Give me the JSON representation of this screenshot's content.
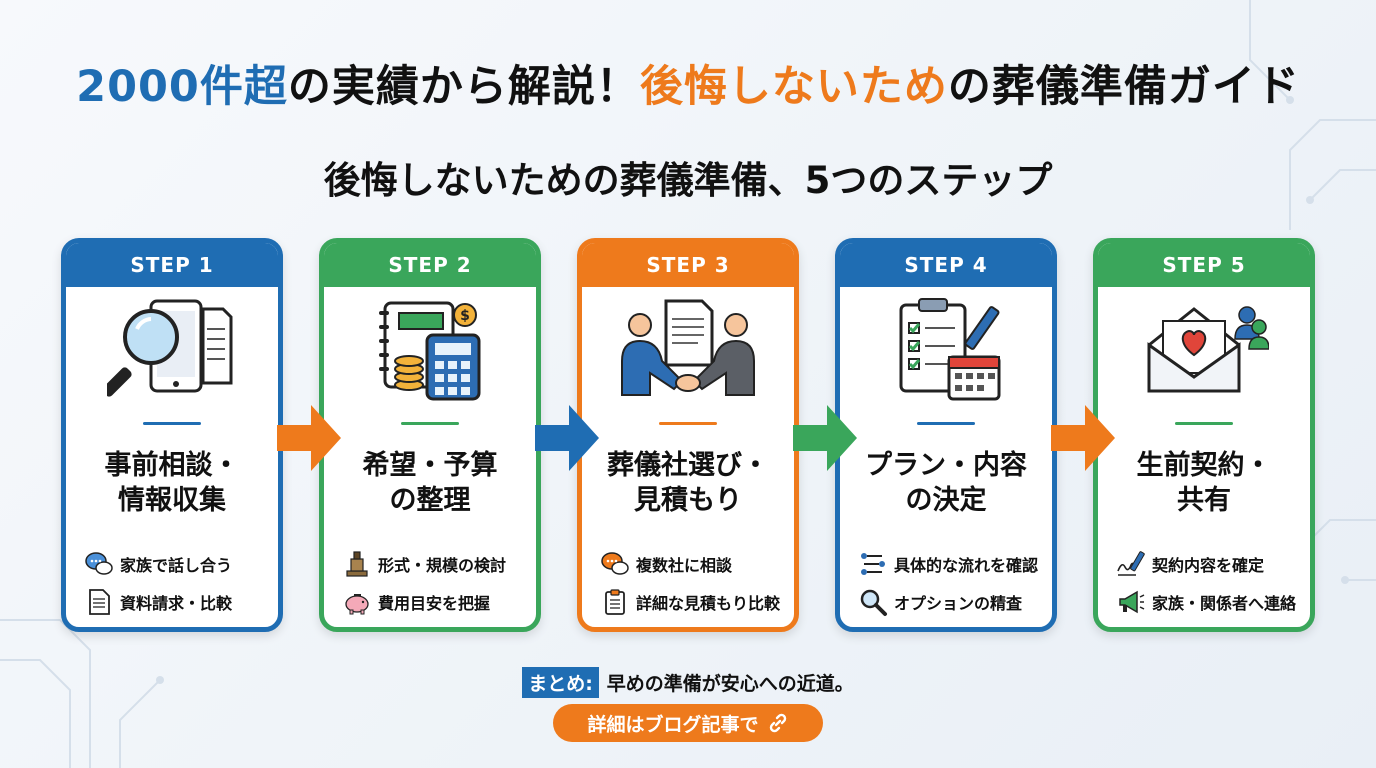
{
  "headline": {
    "part1": "2000件超",
    "part2": "の実績から解説！",
    "part3": "後悔しないため",
    "part4": "の葬儀準備ガイド"
  },
  "subtitle": "後悔しないための葬儀準備、5つのステップ",
  "colors": {
    "blue": "#1f6db3",
    "green": "#3aa65b",
    "orange": "#ee7a1c"
  },
  "steps": [
    {
      "label": "STEP 1",
      "title1": "事前相談・",
      "title2": "情報収集",
      "icon": "magnifier-phone-document-icon",
      "bullets": [
        {
          "icon": "chat-bubbles-icon",
          "text": "家族で話し合う"
        },
        {
          "icon": "document-icon",
          "text": "資料請求・比較"
        }
      ]
    },
    {
      "label": "STEP 2",
      "title1": "希望・予算",
      "title2": "の整理",
      "icon": "notebook-calculator-coins-icon",
      "bullets": [
        {
          "icon": "altar-icon",
          "text": "形式・規模の検討"
        },
        {
          "icon": "piggy-bank-icon",
          "text": "費用目安を把握"
        }
      ]
    },
    {
      "label": "STEP 3",
      "title1": "葬儀社選び・",
      "title2": "見積もり",
      "icon": "handshake-contract-icon",
      "bullets": [
        {
          "icon": "chat-bubbles-icon",
          "text": "複数社に相談"
        },
        {
          "icon": "clipboard-list-icon",
          "text": "詳細な見積もり比較"
        }
      ]
    },
    {
      "label": "STEP 4",
      "title1": "プラン・内容",
      "title2": "の決定",
      "icon": "checklist-calendar-icon",
      "bullets": [
        {
          "icon": "flow-icon",
          "text": "具体的な流れを確認"
        },
        {
          "icon": "search-icon",
          "text": "オプションの精査"
        }
      ]
    },
    {
      "label": "STEP 5",
      "title1": "生前契約・",
      "title2": "共有",
      "icon": "heart-envelope-people-icon",
      "bullets": [
        {
          "icon": "signature-pen-icon",
          "text": "契約内容を確定"
        },
        {
          "icon": "megaphone-icon",
          "text": "家族・関係者へ連絡"
        }
      ]
    }
  ],
  "summary": {
    "label": "まとめ:",
    "text": "早めの準備が安心への近道。"
  },
  "cta": {
    "label": "詳細はブログ記事で",
    "icon": "link-icon"
  }
}
